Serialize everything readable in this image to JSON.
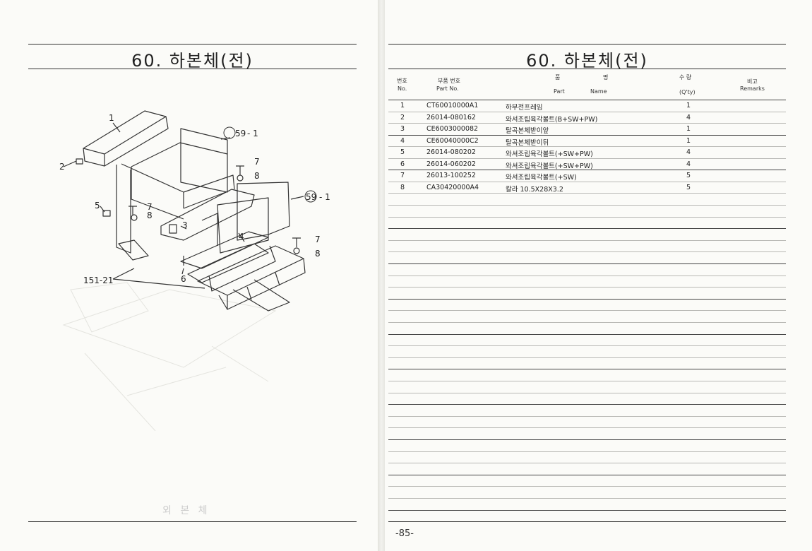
{
  "left": {
    "title": "60. 하본체(전)",
    "callouts": {
      "c1": "1",
      "c2": "2",
      "c3": "3",
      "c4": "4",
      "c5": "5",
      "c6": "6",
      "c7a": "7",
      "c7b": "7",
      "c7c": "7",
      "c8a": "8",
      "c8b": "8",
      "c8c": "8",
      "ref59a_num": "59",
      "ref59a_suffix": "- 1",
      "ref59b_num": "59",
      "ref59b_suffix": "- 1",
      "ref151": "151-21"
    },
    "bottom_mark": "외 본 체"
  },
  "right": {
    "title": "60. 하본체(전)",
    "headers": {
      "no_ko": "번호",
      "no_en": "No.",
      "part_ko": "부품 번호",
      "part_en": "Part  No.",
      "name_ko_1": "품",
      "name_ko_2": "명",
      "name_en_part": "Part",
      "name_en_name": "Name",
      "qty_ko": "수  량",
      "qty_en": "(Q'ty)",
      "remarks_ko": "비고",
      "remarks_en": "Remarks"
    },
    "rows": [
      {
        "no": "1",
        "part": "CT60010000A1",
        "name": "하부전프레임",
        "qty": "1"
      },
      {
        "no": "2",
        "part": "26014-080162",
        "name": "와셔조립육각볼트(B+SW+PW)",
        "qty": "4"
      },
      {
        "no": "3",
        "part": "CE6003000082",
        "name": "탈곡본체받이앞",
        "qty": "1"
      },
      {
        "no": "4",
        "part": "CE60040000C2",
        "name": "탈곡본체받이뒤",
        "qty": "1"
      },
      {
        "no": "5",
        "part": "26014-080202",
        "name": "와셔조립육각볼트(+SW+PW)",
        "qty": "4"
      },
      {
        "no": "6",
        "part": "26014-060202",
        "name": "와셔조립육각볼트(+SW+PW)",
        "qty": "4"
      },
      {
        "no": "7",
        "part": "26013-100252",
        "name": "와셔조립육각볼트(+SW)",
        "qty": "5"
      },
      {
        "no": "8",
        "part": "CA30420000A4",
        "name": "칼라 10.5X28X3.2",
        "qty": "5"
      }
    ],
    "page_number": "-85-"
  }
}
